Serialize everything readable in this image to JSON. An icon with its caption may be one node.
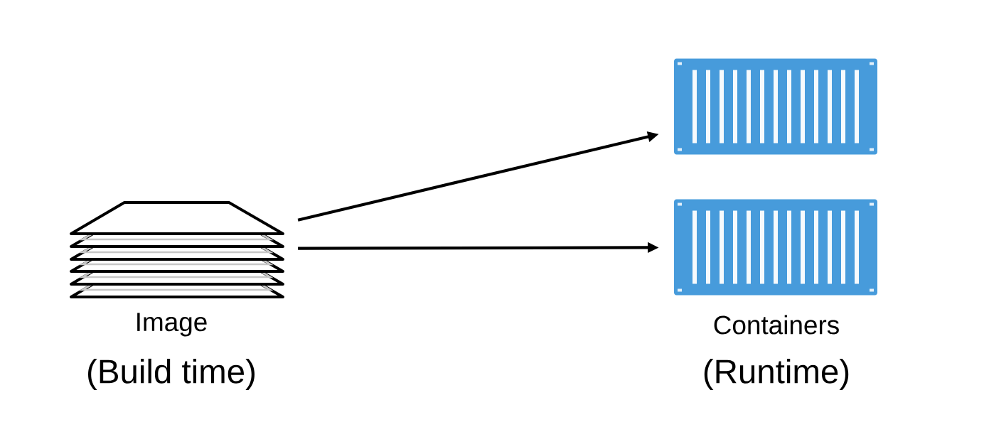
{
  "diagram": {
    "nodes": [
      {
        "text": [],
        "shape": "picture",
        "beside": [
          "Image",
          "(Build time)"
        ]
      },
      {
        "text": [],
        "shape": "picture"
      },
      {
        "text": [],
        "shape": "picture"
      }
    ],
    "edges": [
      {
        "from": 0,
        "to": 1,
        "arrow": "to"
      },
      {
        "from": 0,
        "to": 2,
        "arrow": "to"
      }
    ],
    "labels": [
      "Containers",
      "(Runtime)"
    ]
  }
}
